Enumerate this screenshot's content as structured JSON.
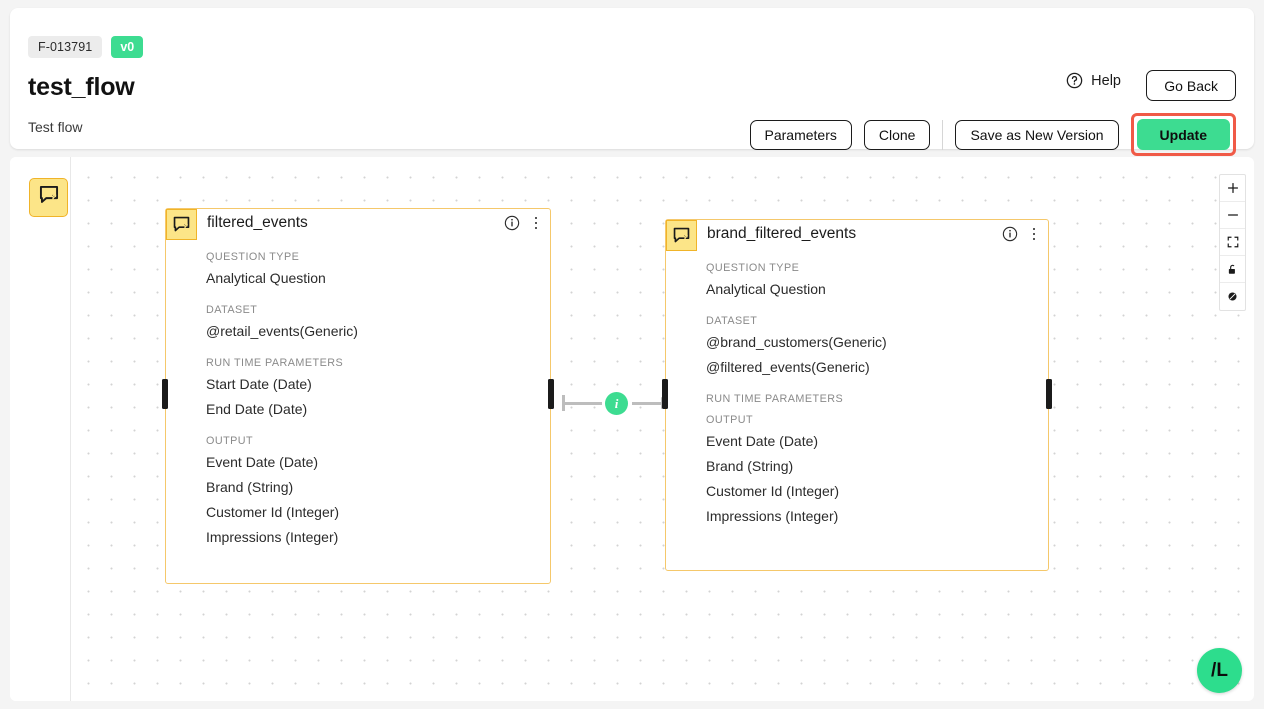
{
  "header": {
    "flow_id": "F-013791",
    "version": "v0",
    "title": "test_flow",
    "subtitle": "Test flow",
    "help_label": "Help",
    "help_icon": "question-circle-icon",
    "go_back_label": "Go Back",
    "parameters_label": "Parameters",
    "clone_label": "Clone",
    "save_as_new_version_label": "Save as New Version",
    "update_label": "Update",
    "accent_green": "#3ddc91",
    "highlight_red": "#f05a47"
  },
  "canvas": {
    "palette": {
      "icon": "question-node-icon",
      "tooltip": "Analytical Question node"
    },
    "controls": [
      {
        "name": "zoom-in-icon",
        "label": "+"
      },
      {
        "name": "zoom-out-icon",
        "label": "−"
      },
      {
        "name": "fit-view-icon",
        "label": "fit"
      },
      {
        "name": "lock-icon",
        "label": "lock"
      },
      {
        "name": "interactivity-icon",
        "label": "toggle"
      }
    ],
    "nodes": [
      {
        "id": "filtered_events",
        "title": "filtered_events",
        "icon": "question-node-icon",
        "info_icon": "info-icon",
        "menu_icon": "kebab-menu-icon",
        "sections": [
          {
            "label": "QUESTION TYPE",
            "items": [
              "Analytical Question"
            ]
          },
          {
            "label": "DATASET",
            "items": [
              "@retail_events(Generic)"
            ]
          },
          {
            "label": "RUN TIME PARAMETERS",
            "items": [
              "Start Date (Date)",
              "End Date (Date)"
            ]
          },
          {
            "label": "OUTPUT",
            "items": [
              "Event Date (Date)",
              "Brand (String)",
              "Customer Id (Integer)",
              "Impressions (Integer)"
            ]
          }
        ]
      },
      {
        "id": "brand_filtered_events",
        "title": "brand_filtered_events",
        "icon": "question-node-icon",
        "info_icon": "info-icon",
        "menu_icon": "kebab-menu-icon",
        "sections": [
          {
            "label": "QUESTION TYPE",
            "items": [
              "Analytical Question"
            ]
          },
          {
            "label": "DATASET",
            "items": [
              "@brand_customers(Generic)",
              "@filtered_events(Generic)"
            ]
          },
          {
            "label": "RUN TIME PARAMETERS",
            "items": []
          },
          {
            "label": "OUTPUT",
            "items": [
              "Event Date (Date)",
              "Brand (String)",
              "Customer Id (Integer)",
              "Impressions (Integer)"
            ]
          }
        ]
      }
    ],
    "edge": {
      "badge_label": "i",
      "from": "filtered_events",
      "to": "brand_filtered_events"
    }
  },
  "fab": {
    "label": "/L"
  }
}
